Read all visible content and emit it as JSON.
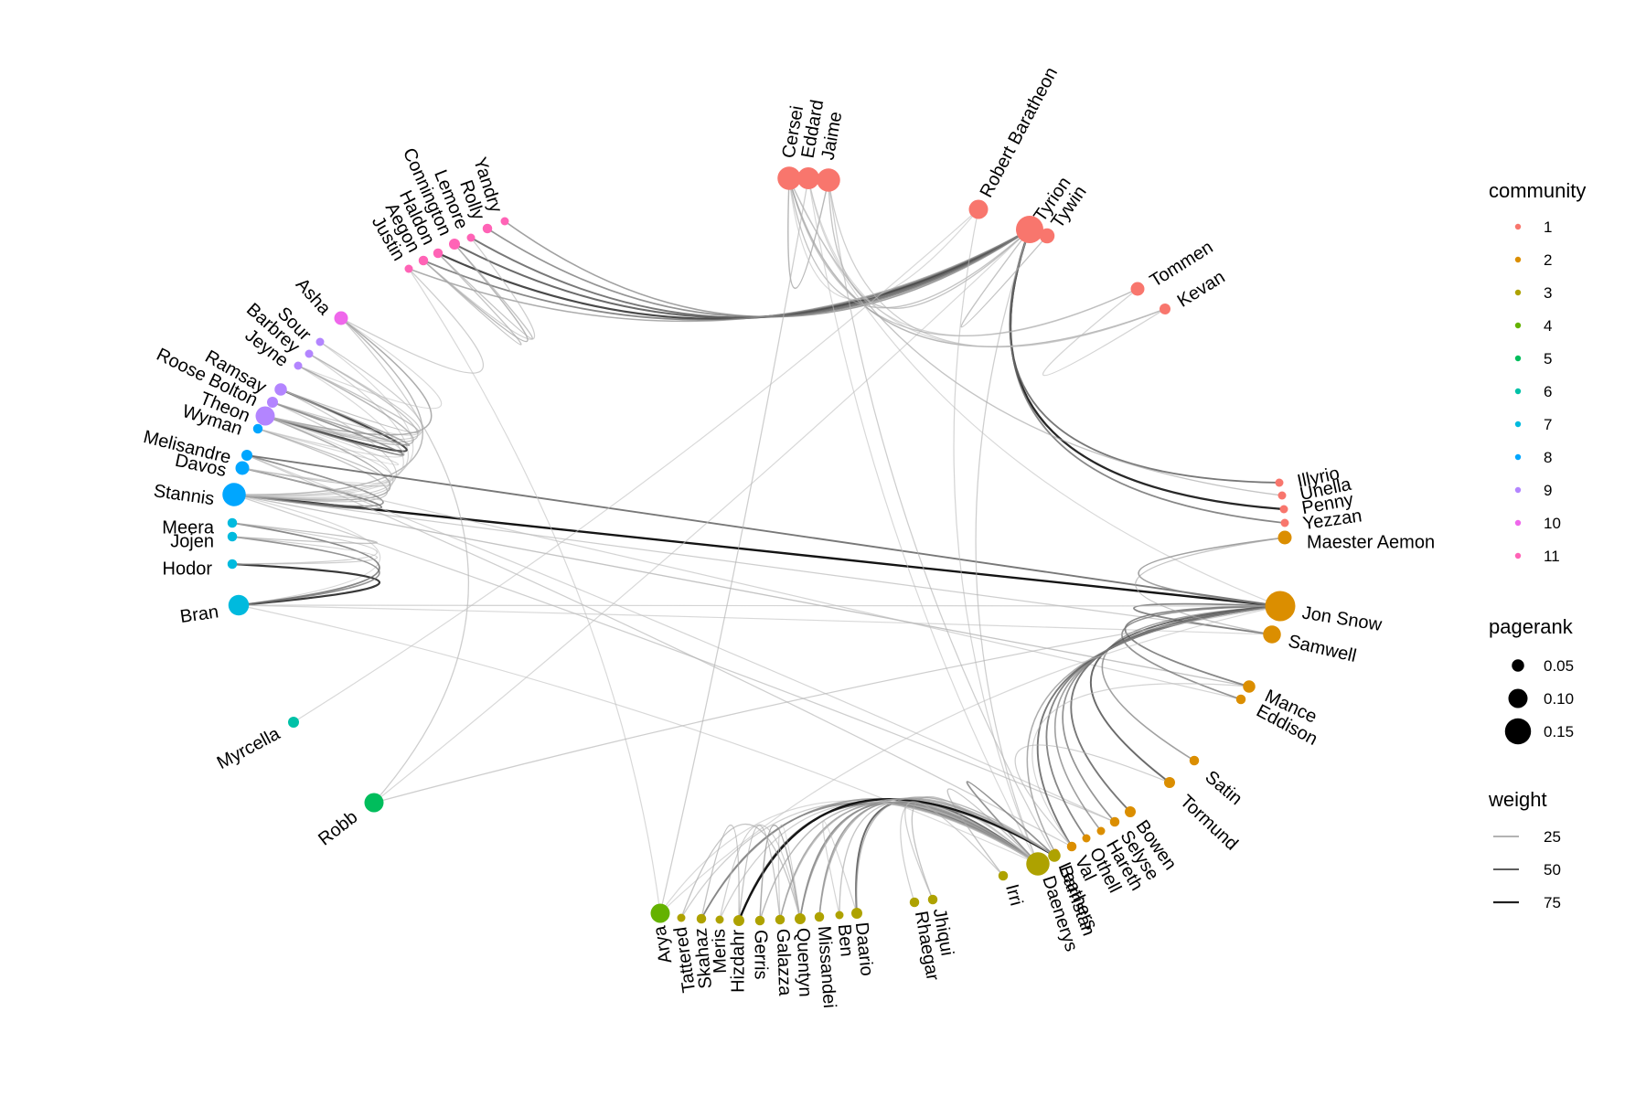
{
  "nodes": [
    {
      "name": "Cersei",
      "community": 1,
      "pagerank": 0.13
    },
    {
      "name": "Eddard",
      "community": 1,
      "pagerank": 0.12
    },
    {
      "name": "Jaime",
      "community": 1,
      "pagerank": 0.13
    },
    {
      "name": "Robert Baratheon",
      "community": 1,
      "pagerank": 0.1
    },
    {
      "name": "Tyrion",
      "community": 1,
      "pagerank": 0.16
    },
    {
      "name": "Tywin",
      "community": 1,
      "pagerank": 0.07
    },
    {
      "name": "Tommen",
      "community": 1,
      "pagerank": 0.06
    },
    {
      "name": "Kevan",
      "community": 1,
      "pagerank": 0.04
    },
    {
      "name": "Illyrio",
      "community": 1,
      "pagerank": 0.02
    },
    {
      "name": "Unella",
      "community": 1,
      "pagerank": 0.02
    },
    {
      "name": "Penny",
      "community": 1,
      "pagerank": 0.02
    },
    {
      "name": "Yezzan",
      "community": 1,
      "pagerank": 0.02
    },
    {
      "name": "Maester Aemon",
      "community": 2,
      "pagerank": 0.06
    },
    {
      "name": "Jon Snow",
      "community": 2,
      "pagerank": 0.18
    },
    {
      "name": "Samwell",
      "community": 2,
      "pagerank": 0.09
    },
    {
      "name": "Mance",
      "community": 2,
      "pagerank": 0.05
    },
    {
      "name": "Eddison",
      "community": 2,
      "pagerank": 0.03
    },
    {
      "name": "Satin",
      "community": 2,
      "pagerank": 0.03
    },
    {
      "name": "Tormund",
      "community": 2,
      "pagerank": 0.04
    },
    {
      "name": "Bowen",
      "community": 2,
      "pagerank": 0.04
    },
    {
      "name": "Selyse",
      "community": 2,
      "pagerank": 0.03
    },
    {
      "name": "Hareth",
      "community": 2,
      "pagerank": 0.02
    },
    {
      "name": "Othell",
      "community": 2,
      "pagerank": 0.02
    },
    {
      "name": "Val",
      "community": 2,
      "pagerank": 0.03
    },
    {
      "name": "Leathers",
      "community": 2,
      "pagerank": 0.02
    },
    {
      "name": "Barristan",
      "community": 3,
      "pagerank": 0.05
    },
    {
      "name": "Daenerys",
      "community": 3,
      "pagerank": 0.13
    },
    {
      "name": "Irri",
      "community": 3,
      "pagerank": 0.03
    },
    {
      "name": "Jhiqui",
      "community": 3,
      "pagerank": 0.03
    },
    {
      "name": "Rhaegar",
      "community": 3,
      "pagerank": 0.03
    },
    {
      "name": "Daario",
      "community": 3,
      "pagerank": 0.04
    },
    {
      "name": "Ben",
      "community": 3,
      "pagerank": 0.02
    },
    {
      "name": "Missandei",
      "community": 3,
      "pagerank": 0.03
    },
    {
      "name": "Quentyn",
      "community": 3,
      "pagerank": 0.04
    },
    {
      "name": "Galazza",
      "community": 3,
      "pagerank": 0.03
    },
    {
      "name": "Gerris",
      "community": 3,
      "pagerank": 0.03
    },
    {
      "name": "Hizdahr",
      "community": 3,
      "pagerank": 0.04
    },
    {
      "name": "Meris",
      "community": 3,
      "pagerank": 0.02
    },
    {
      "name": "Skahaz",
      "community": 3,
      "pagerank": 0.03
    },
    {
      "name": "Tattered",
      "community": 3,
      "pagerank": 0.02
    },
    {
      "name": "Arya",
      "community": 4,
      "pagerank": 0.1
    },
    {
      "name": "Robb",
      "community": 5,
      "pagerank": 0.1
    },
    {
      "name": "Myrcella",
      "community": 6,
      "pagerank": 0.04
    },
    {
      "name": "Bran",
      "community": 7,
      "pagerank": 0.11
    },
    {
      "name": "Hodor",
      "community": 7,
      "pagerank": 0.03
    },
    {
      "name": "Jojen",
      "community": 7,
      "pagerank": 0.03
    },
    {
      "name": "Meera",
      "community": 7,
      "pagerank": 0.03
    },
    {
      "name": "Stannis",
      "community": 8,
      "pagerank": 0.13
    },
    {
      "name": "Davos",
      "community": 8,
      "pagerank": 0.06
    },
    {
      "name": "Melisandre",
      "community": 8,
      "pagerank": 0.04
    },
    {
      "name": "Wyman",
      "community": 8,
      "pagerank": 0.03
    },
    {
      "name": "Theon",
      "community": 9,
      "pagerank": 0.1
    },
    {
      "name": "Roose Bolton",
      "community": 9,
      "pagerank": 0.04
    },
    {
      "name": "Ramsay",
      "community": 9,
      "pagerank": 0.05
    },
    {
      "name": "Jeyne",
      "community": 9,
      "pagerank": 0.02
    },
    {
      "name": "Barbrey",
      "community": 9,
      "pagerank": 0.02
    },
    {
      "name": "Sour",
      "community": 9,
      "pagerank": 0.02
    },
    {
      "name": "Asha",
      "community": 10,
      "pagerank": 0.06
    },
    {
      "name": "Justin",
      "community": 11,
      "pagerank": 0.02
    },
    {
      "name": "Aegon",
      "community": 11,
      "pagerank": 0.03
    },
    {
      "name": "Haldon",
      "community": 11,
      "pagerank": 0.03
    },
    {
      "name": "Connington",
      "community": 11,
      "pagerank": 0.04
    },
    {
      "name": "Lemore",
      "community": 11,
      "pagerank": 0.02
    },
    {
      "name": "Rolly",
      "community": 11,
      "pagerank": 0.03
    },
    {
      "name": "Yandry",
      "community": 11,
      "pagerank": 0.02
    }
  ],
  "edges": [
    [
      "Stannis",
      "Jon Snow",
      80
    ],
    [
      "Stannis",
      "Davos",
      45
    ],
    [
      "Stannis",
      "Melisandre",
      40
    ],
    [
      "Stannis",
      "Theon",
      30
    ],
    [
      "Stannis",
      "Wyman",
      20
    ],
    [
      "Stannis",
      "Roose Bolton",
      15
    ],
    [
      "Stannis",
      "Ramsay",
      15
    ],
    [
      "Stannis",
      "Asha",
      25
    ],
    [
      "Stannis",
      "Barbrey",
      12
    ],
    [
      "Stannis",
      "Jeyne",
      10
    ],
    [
      "Stannis",
      "Sour",
      10
    ],
    [
      "Stannis",
      "Mance",
      20
    ],
    [
      "Stannis",
      "Selyse",
      15
    ],
    [
      "Stannis",
      "Samwell",
      15
    ],
    [
      "Stannis",
      "Bran",
      10
    ],
    [
      "Melisandre",
      "Jon Snow",
      50
    ],
    [
      "Melisandre",
      "Val",
      15
    ],
    [
      "Melisandre",
      "Selyse",
      12
    ],
    [
      "Davos",
      "Wyman",
      20
    ],
    [
      "Davos",
      "Eddison",
      12
    ],
    [
      "Davos",
      "Theon",
      10
    ],
    [
      "Theon",
      "Ramsay",
      65
    ],
    [
      "Theon",
      "Roose Bolton",
      40
    ],
    [
      "Theon",
      "Jeyne",
      25
    ],
    [
      "Theon",
      "Asha",
      30
    ],
    [
      "Theon",
      "Barbrey",
      20
    ],
    [
      "Theon",
      "Sour",
      15
    ],
    [
      "Ramsay",
      "Roose Bolton",
      30
    ],
    [
      "Ramsay",
      "Jeyne",
      20
    ],
    [
      "Roose Bolton",
      "Barbrey",
      15
    ],
    [
      "Wyman",
      "Theon",
      10
    ],
    [
      "Wyman",
      "Ramsay",
      12
    ],
    [
      "Asha",
      "Jeyne",
      10
    ],
    [
      "Asha",
      "Robb",
      15
    ],
    [
      "Bran",
      "Hodor",
      70
    ],
    [
      "Bran",
      "Jojen",
      40
    ],
    [
      "Bran",
      "Meera",
      45
    ],
    [
      "Hodor",
      "Jojen",
      15
    ],
    [
      "Hodor",
      "Meera",
      15
    ],
    [
      "Jojen",
      "Meera",
      20
    ],
    [
      "Bran",
      "Samwell",
      10
    ],
    [
      "Bran",
      "Daenerys",
      10
    ],
    [
      "Tyrion",
      "Haldon",
      65
    ],
    [
      "Tyrion",
      "Connington",
      55
    ],
    [
      "Tyrion",
      "Lemore",
      50
    ],
    [
      "Tyrion",
      "Aegon",
      45
    ],
    [
      "Tyrion",
      "Rolly",
      40
    ],
    [
      "Tyrion",
      "Yandry",
      35
    ],
    [
      "Tyrion",
      "Justin",
      30
    ],
    [
      "Tyrion",
      "Penny",
      75
    ],
    [
      "Tyrion",
      "Illyrio",
      50
    ],
    [
      "Tyrion",
      "Yezzan",
      45
    ],
    [
      "Tyrion",
      "Jaime",
      20
    ],
    [
      "Tyrion",
      "Cersei",
      20
    ],
    [
      "Tyrion",
      "Tywin",
      20
    ],
    [
      "Tyrion",
      "Daenerys",
      15
    ],
    [
      "Tyrion",
      "Robb",
      10
    ],
    [
      "Connington",
      "Aegon",
      25
    ],
    [
      "Connington",
      "Haldon",
      20
    ],
    [
      "Aegon",
      "Haldon",
      20
    ],
    [
      "Aegon",
      "Lemore",
      15
    ],
    [
      "Justin",
      "Asha",
      15
    ],
    [
      "Justin",
      "Arya",
      10
    ],
    [
      "Cersei",
      "Jaime",
      25
    ],
    [
      "Cersei",
      "Tommen",
      20
    ],
    [
      "Cersei",
      "Kevan",
      25
    ],
    [
      "Cersei",
      "Unella",
      20
    ],
    [
      "Cersei",
      "Robert Baratheon",
      10
    ],
    [
      "Cersei",
      "Jon Snow",
      10
    ],
    [
      "Eddard",
      "Arya",
      15
    ],
    [
      "Eddard",
      "Tommen",
      12
    ],
    [
      "Eddard",
      "Daenerys",
      10
    ],
    [
      "Jaime",
      "Kevan",
      15
    ],
    [
      "Jaime",
      "Barristan",
      15
    ],
    [
      "Robert Baratheon",
      "Myrcella",
      10
    ],
    [
      "Robert Baratheon",
      "Daenerys",
      12
    ],
    [
      "Kevan",
      "Tommen",
      12
    ],
    [
      "Kevan",
      "Eddard",
      10
    ],
    [
      "Jon Snow",
      "Samwell",
      45
    ],
    [
      "Jon Snow",
      "Maester Aemon",
      35
    ],
    [
      "Jon Snow",
      "Mance",
      45
    ],
    [
      "Jon Snow",
      "Eddison",
      40
    ],
    [
      "Jon Snow",
      "Satin",
      35
    ],
    [
      "Jon Snow",
      "Tormund",
      55
    ],
    [
      "Jon Snow",
      "Bowen",
      50
    ],
    [
      "Jon Snow",
      "Selyse",
      40
    ],
    [
      "Jon Snow",
      "Hareth",
      35
    ],
    [
      "Jon Snow",
      "Othell",
      45
    ],
    [
      "Jon Snow",
      "Val",
      50
    ],
    [
      "Jon Snow",
      "Leathers",
      30
    ],
    [
      "Jon Snow",
      "Arya",
      10
    ],
    [
      "Jon Snow",
      "Robb",
      15
    ],
    [
      "Jon Snow",
      "Bran",
      12
    ],
    [
      "Samwell",
      "Maester Aemon",
      20
    ],
    [
      "Mance",
      "Val",
      12
    ],
    [
      "Tormund",
      "Val",
      15
    ],
    [
      "Daenerys",
      "Daario",
      55
    ],
    [
      "Daenerys",
      "Hizdahr",
      55
    ],
    [
      "Daenerys",
      "Quentyn",
      40
    ],
    [
      "Daenerys",
      "Missandei",
      35
    ],
    [
      "Daenerys",
      "Skahaz",
      40
    ],
    [
      "Daenerys",
      "Galazza",
      30
    ],
    [
      "Daenerys",
      "Barristan",
      40
    ],
    [
      "Daenerys",
      "Irri",
      20
    ],
    [
      "Daenerys",
      "Jhiqui",
      20
    ],
    [
      "Daenerys",
      "Ben",
      20
    ],
    [
      "Daenerys",
      "Gerris",
      25
    ],
    [
      "Daenerys",
      "Rhaegar",
      15
    ],
    [
      "Daenerys",
      "Tattered",
      15
    ],
    [
      "Daenerys",
      "Meris",
      15
    ],
    [
      "Daenerys",
      "Arya",
      10
    ],
    [
      "Barristan",
      "Skahaz",
      35
    ],
    [
      "Barristan",
      "Hizdahr",
      80
    ],
    [
      "Barristan",
      "Quentyn",
      30
    ],
    [
      "Barristan",
      "Missandei",
      25
    ],
    [
      "Barristan",
      "Daario",
      25
    ],
    [
      "Barristan",
      "Galazza",
      20
    ],
    [
      "Quentyn",
      "Gerris",
      30
    ],
    [
      "Quentyn",
      "Tattered",
      20
    ],
    [
      "Quentyn",
      "Meris",
      15
    ],
    [
      "Quentyn",
      "Galazza",
      12
    ],
    [
      "Hizdahr",
      "Galazza",
      20
    ],
    [
      "Hizdahr",
      "Skahaz",
      20
    ],
    [
      "Daario",
      "Ben",
      12
    ],
    [
      "Irri",
      "Jhiqui",
      15
    ]
  ],
  "legend": {
    "community": {
      "title": "community",
      "items": [
        "1",
        "2",
        "3",
        "4",
        "5",
        "6",
        "7",
        "8",
        "9",
        "10",
        "11"
      ]
    },
    "pagerank": {
      "title": "pagerank",
      "items": [
        {
          "label": "0.05",
          "value": 0.05
        },
        {
          "label": "0.10",
          "value": 0.1
        },
        {
          "label": "0.15",
          "value": 0.15
        }
      ]
    },
    "weight": {
      "title": "weight",
      "items": [
        {
          "label": "25",
          "value": 25
        },
        {
          "label": "50",
          "value": 50
        },
        {
          "label": "75",
          "value": 75
        }
      ]
    }
  },
  "colors": {
    "1": "#F8766D",
    "2": "#DB8E00",
    "3": "#AEA200",
    "4": "#64B200",
    "5": "#00BD5C",
    "6": "#00C1A7",
    "7": "#00BADE",
    "8": "#00A6FF",
    "9": "#B385FF",
    "10": "#EF67EB",
    "11": "#FF63B6"
  }
}
